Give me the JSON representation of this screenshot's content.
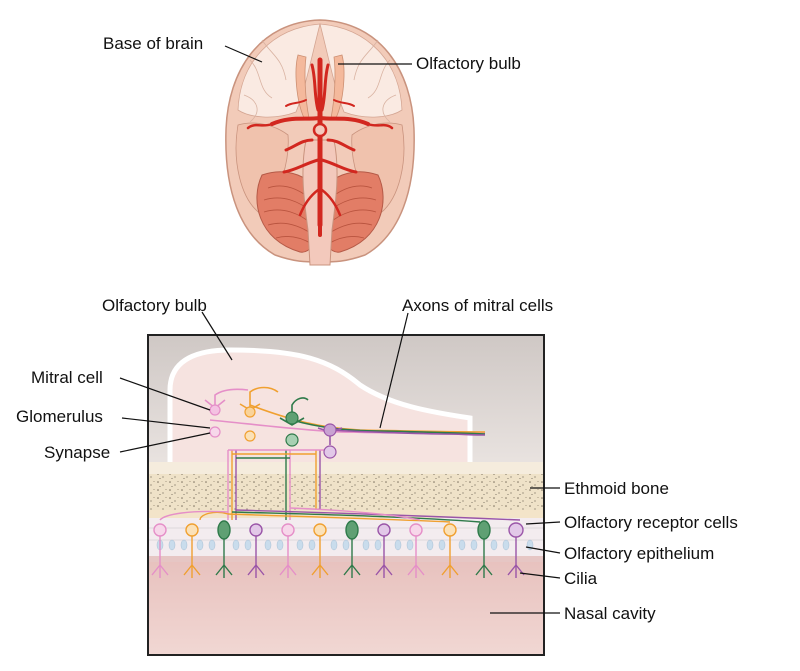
{
  "brain_labels": {
    "base_of_brain": "Base of brain",
    "olfactory_bulb": "Olfactory bulb"
  },
  "detail_labels": {
    "olfactory_bulb": "Olfactory bulb",
    "axons_of_mitral_cells": "Axons of mitral cells",
    "mitral_cell": "Mitral cell",
    "glomerulus": "Glomerulus",
    "synapse": "Synapse",
    "ethmoid_bone": "Ethmoid bone",
    "olfactory_receptor_cells": "Olfactory receptor cells",
    "olfactory_epithelium": "Olfactory epithelium",
    "cilia": "Cilia",
    "nasal_cavity": "Nasal cavity"
  },
  "colors": {
    "artery": "#d2271f",
    "brain_tissue": "#f3cdbd",
    "cerebellum": "#e47f68",
    "bulb_fill": "#f7e6e3",
    "bone": "#efe1c6",
    "epithelium": "#f1e9ea",
    "nasal_cavity": "#d99a96",
    "neuron_pink": "#e58fc8",
    "neuron_orange": "#f0a030",
    "neuron_green": "#2f7a4a",
    "neuron_purple": "#9a55a8"
  }
}
